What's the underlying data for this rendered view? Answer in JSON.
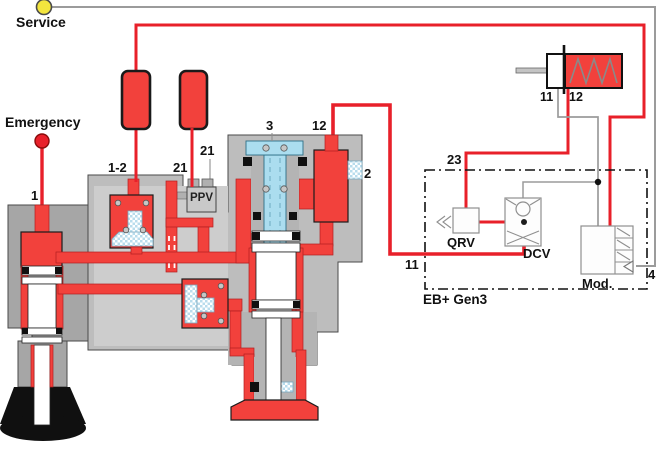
{
  "colors": {
    "red_line": "#e8202a",
    "red_fill": "#f2413c",
    "yellow": "#f3e53e",
    "cyan": "#abddef",
    "body_gray": "#bdbdbd",
    "block_gray": "#a6a6a6",
    "line_gray": "#9b9b9b",
    "hatch_blue": "#b9dcec"
  },
  "labels": {
    "service": "Service",
    "emergency": "Emergency",
    "port_1": "1",
    "port_1_2": "1-2",
    "port_21_coupling": "21",
    "port_21_ppv": "21",
    "ppv": "PPV",
    "port_3": "3",
    "port_12_valve": "12",
    "port_2": "2",
    "chamber_port_11": "11",
    "chamber_port_12": "12",
    "port_23": "23",
    "port_11_ecu": "11",
    "qrv": "QRV",
    "dcv": "DCV",
    "modulator": "Mod.",
    "port_4": "4",
    "ecu_box": "EB+ Gen3"
  }
}
